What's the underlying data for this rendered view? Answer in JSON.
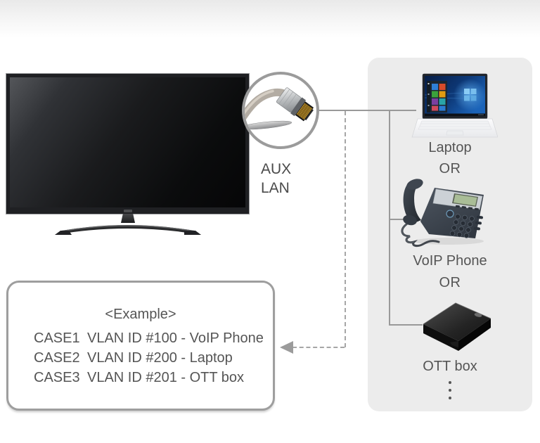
{
  "connector": {
    "label_line1": "AUX",
    "label_line2": "LAN"
  },
  "devices": {
    "laptop_label": "Laptop",
    "voip_label": "VoIP Phone",
    "ott_label": "OTT box",
    "or_label": "OR"
  },
  "example": {
    "title": "<Example>",
    "cases": [
      {
        "id": "CASE1",
        "desc": "VLAN ID #100 - VoIP Phone"
      },
      {
        "id": "CASE2",
        "desc": "VLAN ID #200 - Laptop"
      },
      {
        "id": "CASE3",
        "desc": "VLAN ID #201 - OTT box"
      }
    ]
  },
  "icons": {
    "tv": "tv-image",
    "ethernet_cable": "ethernet-cable-icon",
    "laptop": "laptop-image",
    "voip_phone": "voip-phone-image",
    "ott_box": "ott-box-image",
    "arrow": "arrow-left-icon",
    "ellipsis": "vertical-ellipsis"
  },
  "colors": {
    "panel_bg": "#ececec",
    "solid_line": "#999999",
    "dashed_line": "#a6a6a6",
    "text": "#555555",
    "aux_text": "#4a4a4a",
    "box_border": "#9e9e9e",
    "circle_border": "#9b9b9b",
    "top_gradient": "#e9e9e9"
  }
}
